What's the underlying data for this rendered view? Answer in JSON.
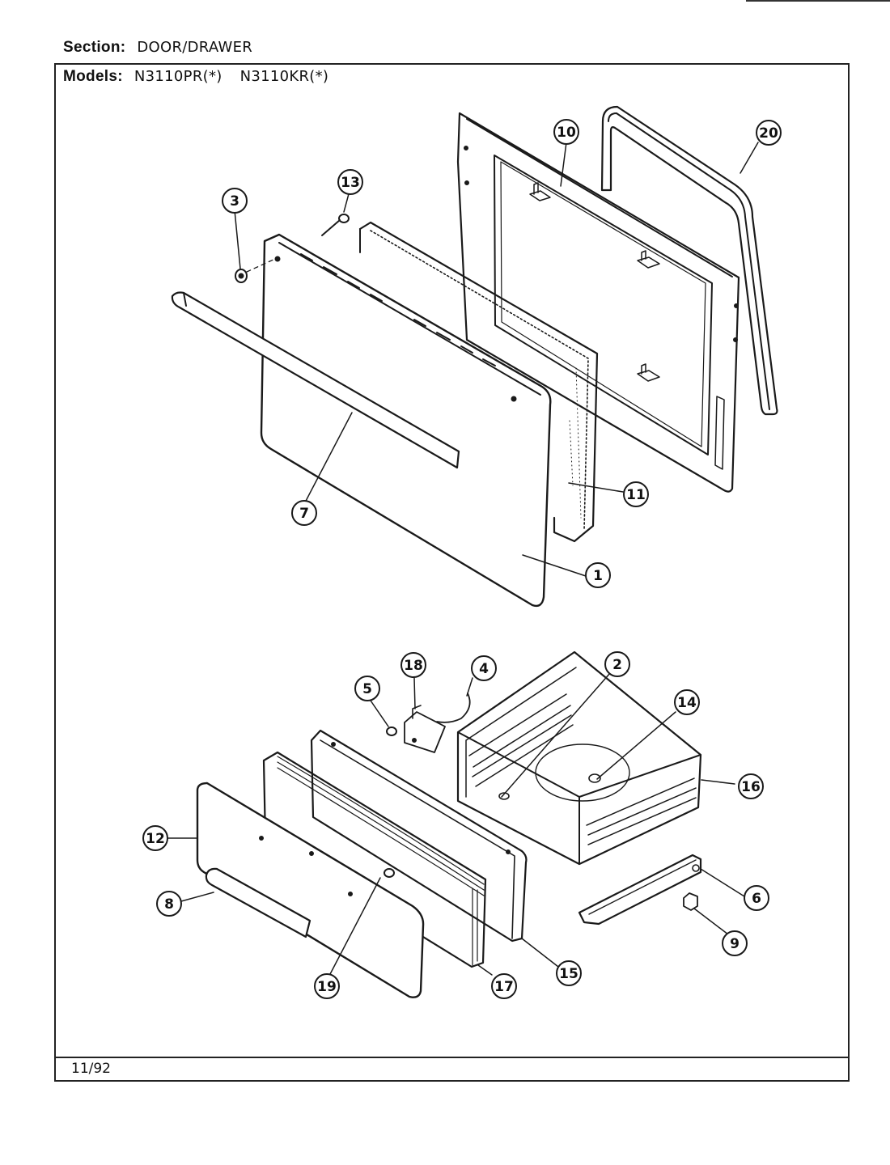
{
  "header": {
    "section_label": "Section:",
    "section_value": "DOOR/DRAWER",
    "models_label": "Models:",
    "models": [
      "N3110PR(*)",
      "N3110KR(*)"
    ]
  },
  "footer": {
    "date": "11/92"
  },
  "callouts": [
    "1",
    "2",
    "3",
    "4",
    "5",
    "6",
    "7",
    "8",
    "9",
    "10",
    "11",
    "12",
    "13",
    "14",
    "15",
    "16",
    "17",
    "18",
    "19",
    "20"
  ]
}
